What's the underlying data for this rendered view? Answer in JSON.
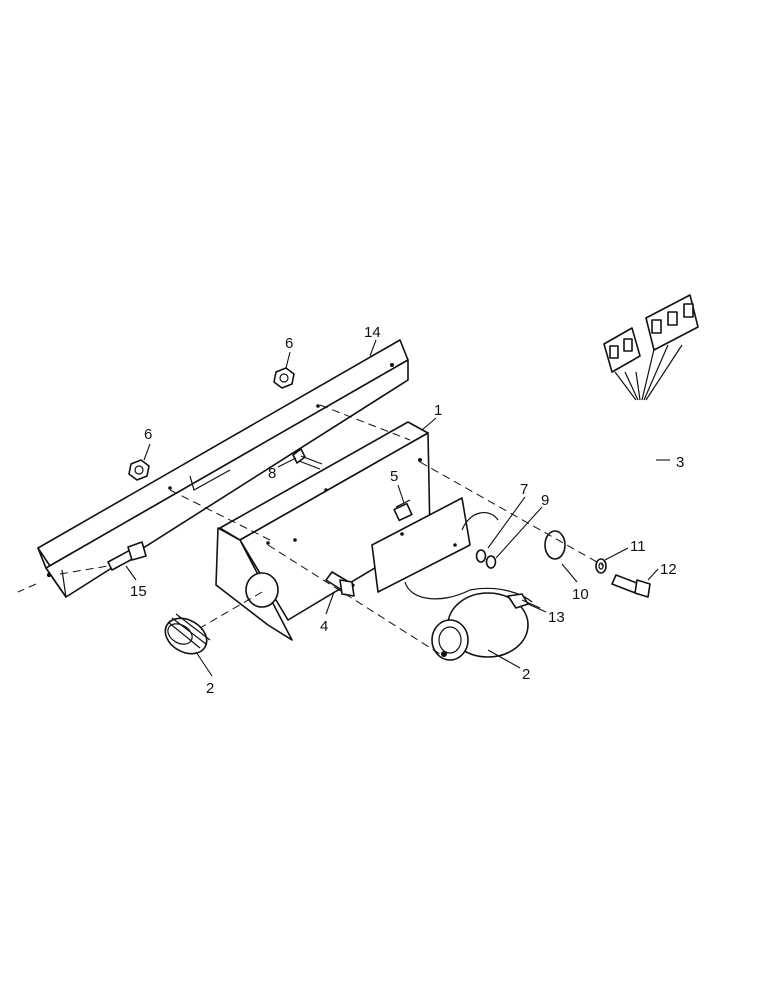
{
  "callouts": [
    {
      "id": "1",
      "label": "1"
    },
    {
      "id": "2a",
      "label": "2"
    },
    {
      "id": "2b",
      "label": "2"
    },
    {
      "id": "3",
      "label": "3"
    },
    {
      "id": "4",
      "label": "4"
    },
    {
      "id": "5",
      "label": "5"
    },
    {
      "id": "6a",
      "label": "6"
    },
    {
      "id": "6b",
      "label": "6"
    },
    {
      "id": "7",
      "label": "7"
    },
    {
      "id": "8",
      "label": "8"
    },
    {
      "id": "9",
      "label": "9"
    },
    {
      "id": "10",
      "label": "10"
    },
    {
      "id": "11",
      "label": "11"
    },
    {
      "id": "12",
      "label": "12"
    },
    {
      "id": "13",
      "label": "13"
    },
    {
      "id": "14",
      "label": "14"
    },
    {
      "id": "15",
      "label": "15"
    }
  ]
}
